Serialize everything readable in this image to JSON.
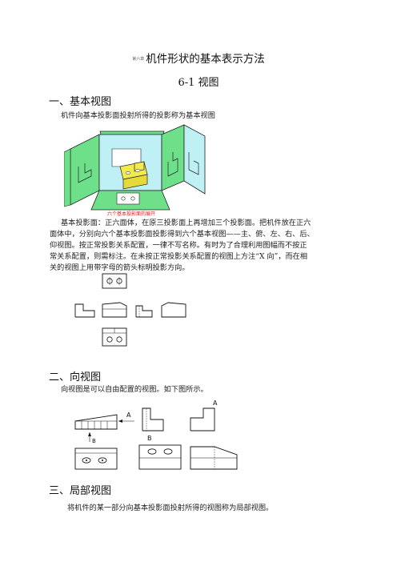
{
  "header": {
    "chapter_tag": "第六章",
    "title": "机件形状的基本表示方法",
    "subtitle": "6-1 视图"
  },
  "sections": [
    {
      "heading": "一、基本视图",
      "intro": "机件向基本投影面投射所得的投影称为基本视图",
      "figure_caption": "六个基本投影面的展开",
      "paragraph_lines": [
        "基本投影面：正六面体，在原三投影面上再增加三个投影面。把机件放在正六",
        "面体中，分别向六个基本投影面投影得到六个基本视图——主、俯、左、右、后、",
        "仰视图。按正常投影关系配置，一律不写名称。有时为了合理利用图幅而不按正",
        "常关系配置，则需标注。在未按正常投影关系配置的视图上方注“X 向”，而在相",
        "关的视图上用带字母的箭头标明投影方向。"
      ]
    },
    {
      "heading": "二、向视图",
      "intro": "向视图是可以自由配置的视图。如下图所示。",
      "figure_labels": [
        "A",
        "A",
        "B",
        "B"
      ]
    },
    {
      "heading": "三、局部视图",
      "intro": "将机件的某一部分向基本投影面投射所得的视图称为局部视图。"
    }
  ],
  "colors": {
    "plane_green": "#6fe08a",
    "plane_cyan": "#bff0f5",
    "part_yellow": "#f3ea4e",
    "caption_red": "#e0201c",
    "arrow_red": "#e23a2a"
  }
}
